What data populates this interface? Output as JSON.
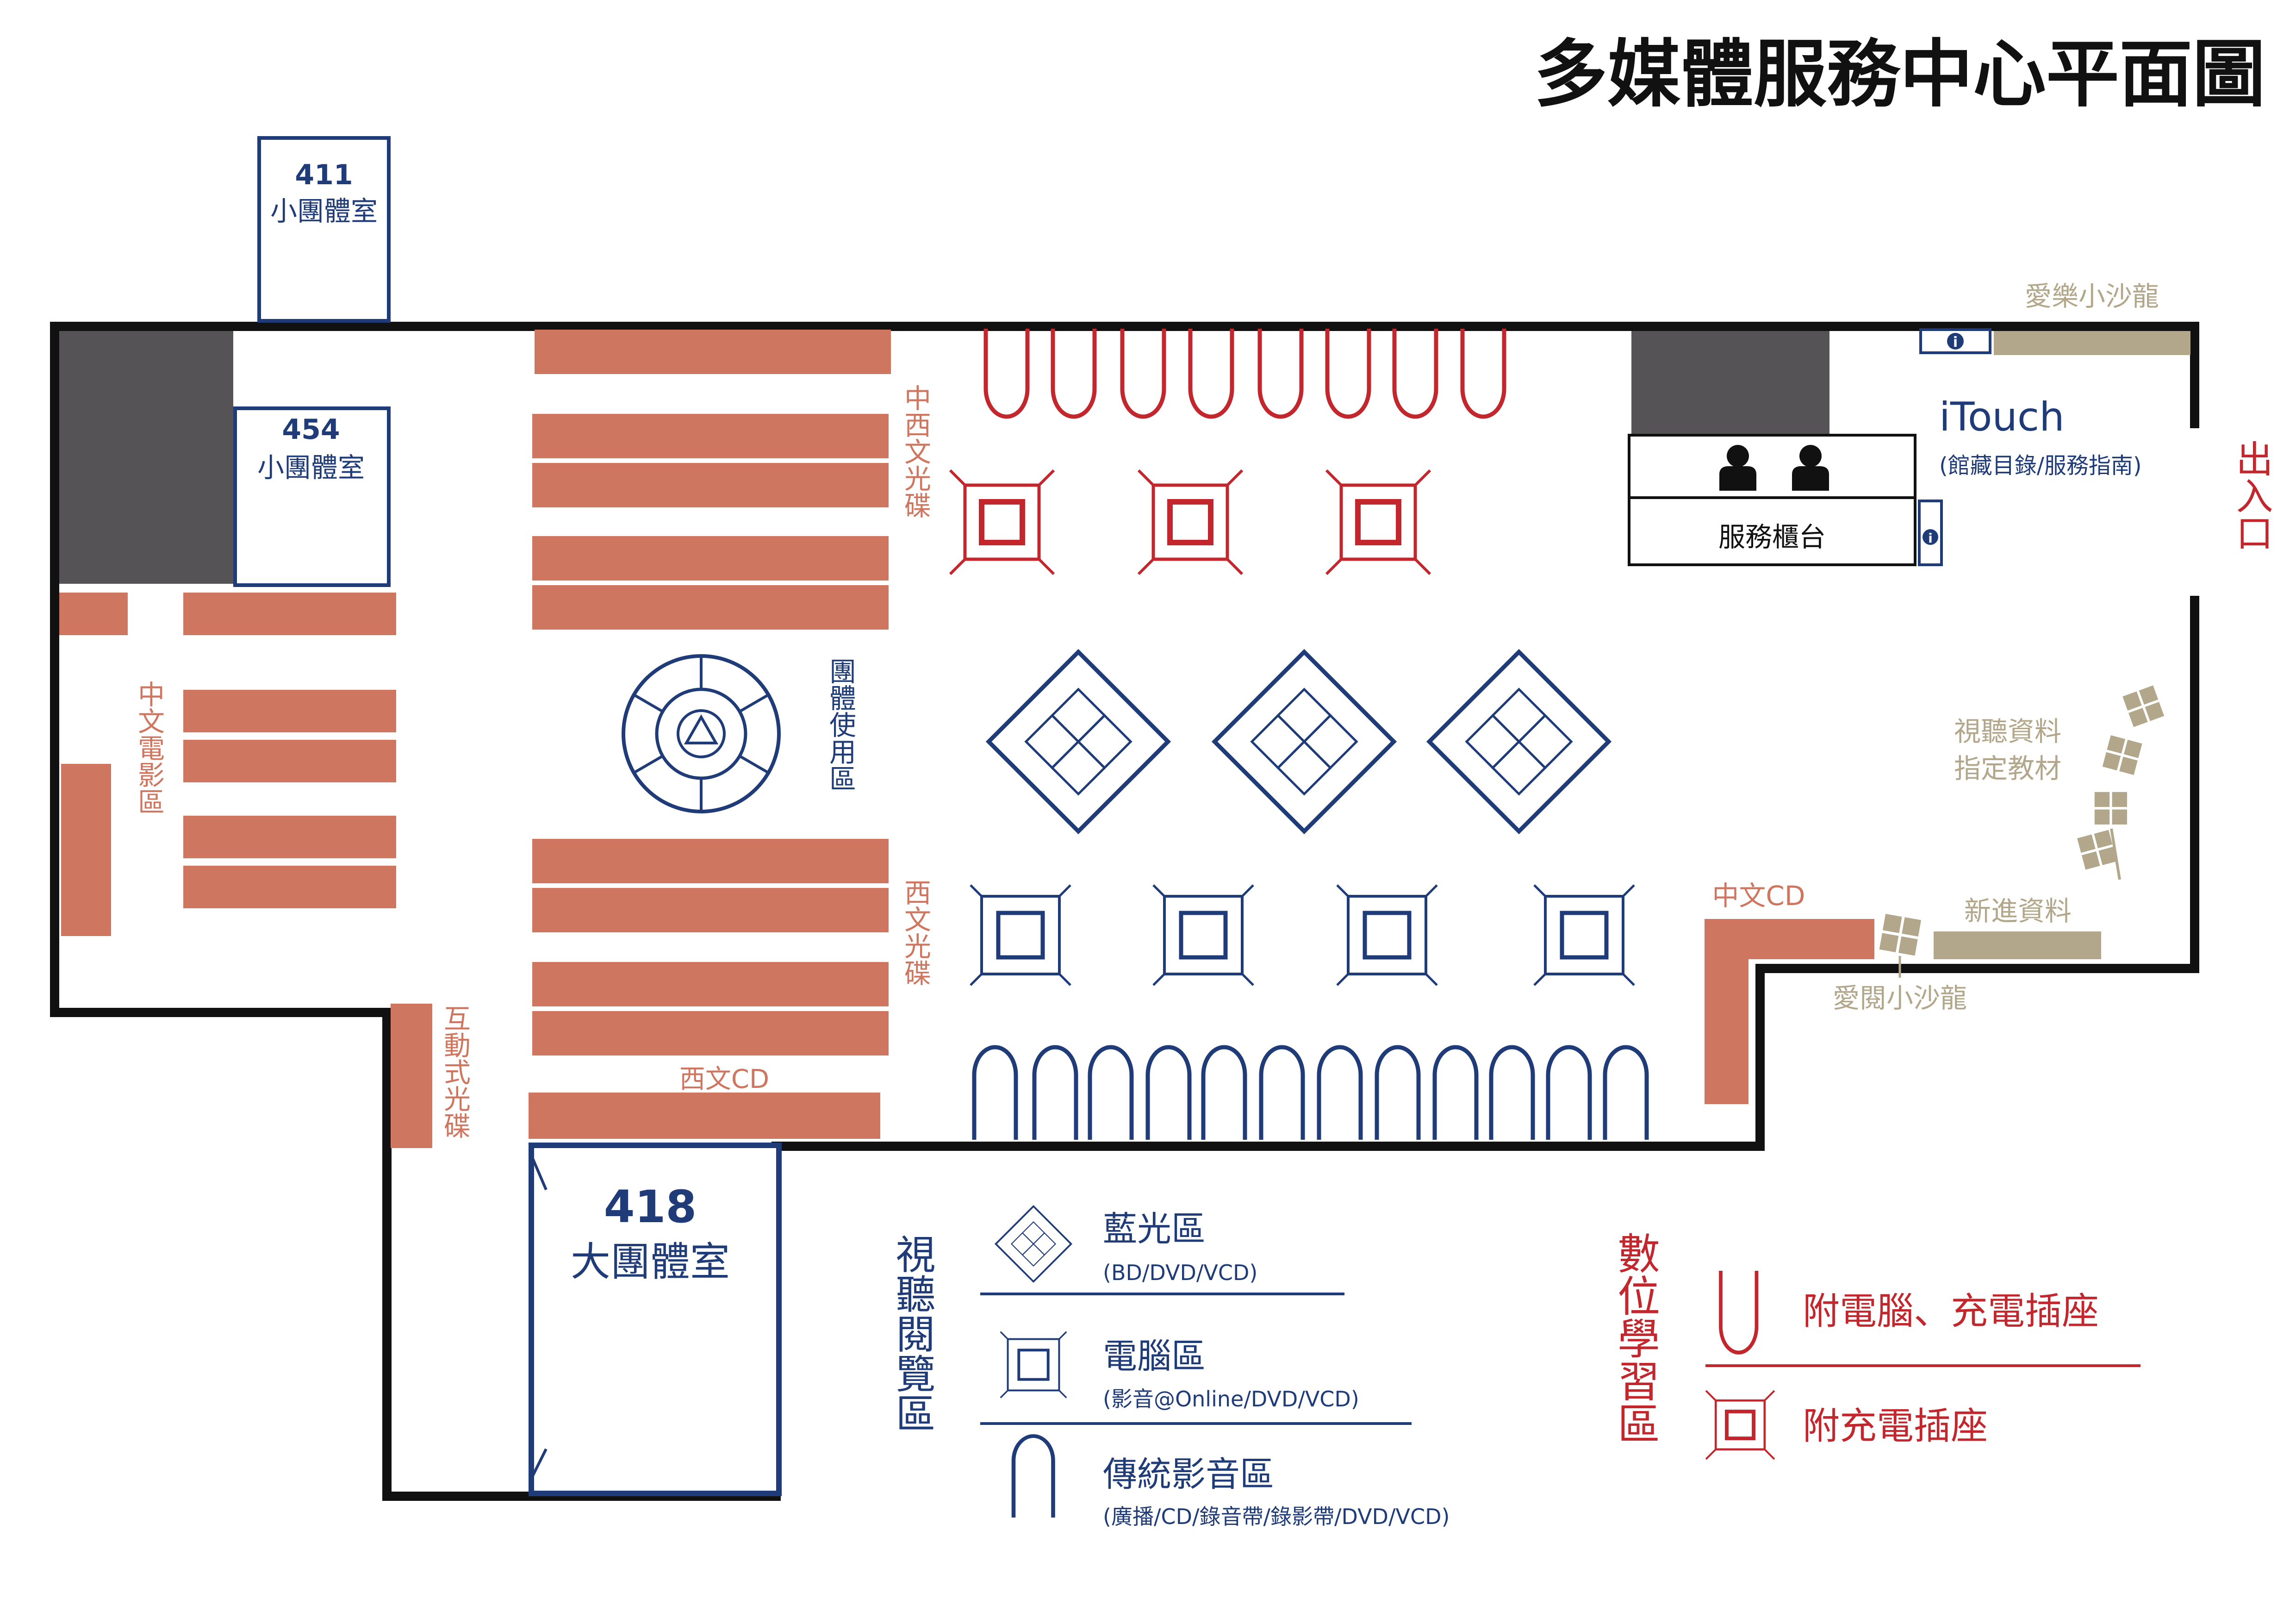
{
  "title": "多媒體服務中心平面圖",
  "colors": {
    "navy": "#1f3b78",
    "salmon": "#cf7660",
    "crimson": "#c1272d",
    "gold": "#b2a78a",
    "dark": "#555355",
    "wall": "#111111"
  },
  "rooms": {
    "r411": {
      "number": "411",
      "name": "小團體室"
    },
    "r454": {
      "number": "454",
      "name": "小團體室"
    },
    "r418": {
      "number": "418",
      "name": "大團體室"
    }
  },
  "zones": {
    "chinese_movie": "中文電影區",
    "cn_west_disc": "中西文光碟",
    "group_use": "團體使用區",
    "west_disc": "西文光碟",
    "interactive_disc": "互動式光碟",
    "west_cd": "西文CD",
    "chinese_cd": "中文CD",
    "ai_le_salon": "愛樂小沙龍",
    "ai_yue_salon": "愛閱小沙龍",
    "av_materials_line1": "視聽資料",
    "av_materials_line2": "指定教材",
    "new_materials": "新進資料",
    "service_counter": "服務櫃台",
    "exit": "出入口",
    "itouch": "iTouch",
    "itouch_sub": "(館藏目錄/服務指南)",
    "info_glyph": "i"
  },
  "legend": {
    "av_group_label": "視聽閱覽區",
    "bluray_label": "藍光區",
    "bluray_sub": "(BD/DVD/VCD)",
    "computer_label": "電腦區",
    "computer_sub": "(影音@Online/DVD/VCD)",
    "traditional_label": "傳統影音區",
    "traditional_sub": "(廣播/CD/錄音帶/錄影帶/DVD/VCD)",
    "digital_group_label": "數位學習區",
    "pc_charging_label": "附電腦、充電插座",
    "charging_label": "附充電插座"
  }
}
